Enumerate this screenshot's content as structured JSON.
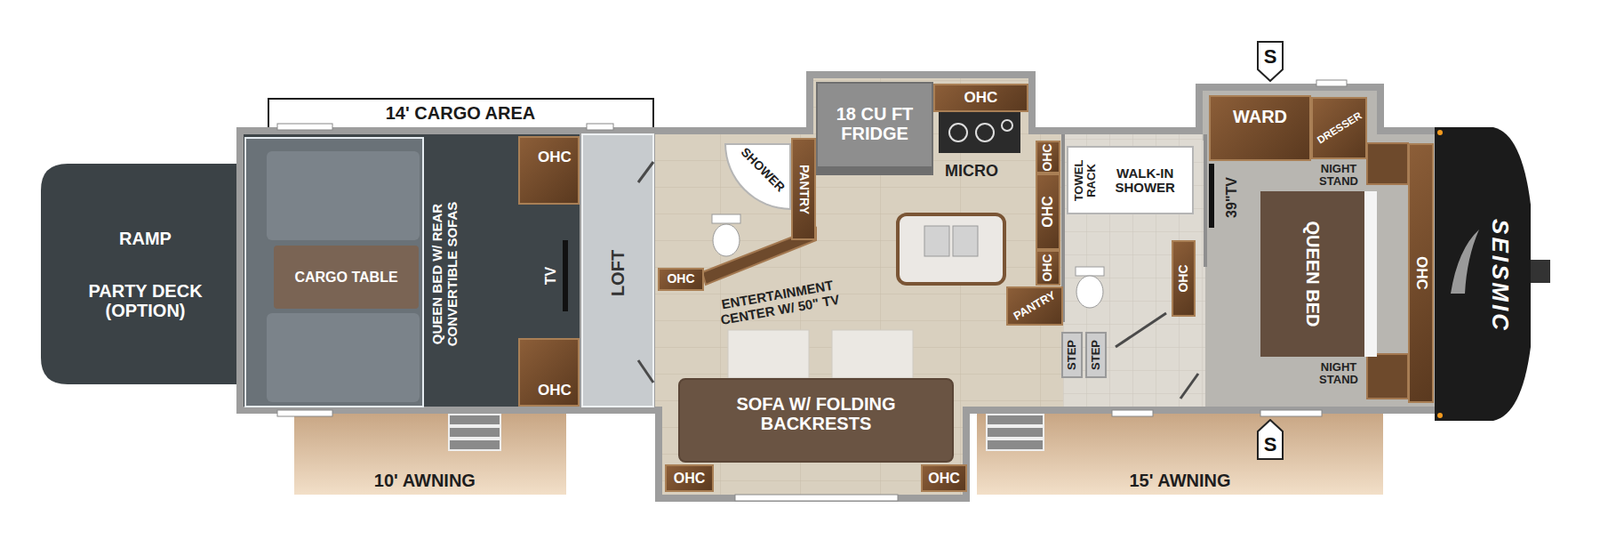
{
  "diagram": {
    "nodes": [
      {
        "text": [
          "RAMP",
          "PARTY DECK (OPTION)"
        ]
      },
      {
        "text": [
          "CARGO TABLE"
        ]
      },
      {
        "text": [
          "OHC"
        ]
      },
      {
        "text": [
          "OHC"
        ]
      },
      {
        "text": [
          "OHC"
        ]
      },
      {
        "text": [
          "SHOWER"
        ]
      },
      {
        "text": [
          "PANTRY"
        ]
      },
      {
        "text": [
          "18 CU FT FRIDGE"
        ]
      },
      {
        "text": [
          "OHC"
        ]
      },
      {
        "text": [
          "OHC"
        ]
      },
      {
        "text": [
          "OHC"
        ]
      },
      {
        "text": [
          "OHC"
        ]
      },
      {
        "text": [
          "PANTRY"
        ]
      },
      {
        "text": [
          "TOWEL RACK",
          "WALK-IN SHOWER"
        ]
      },
      {
        "text": [
          "OHC"
        ]
      },
      {
        "text": [
          "STEP"
        ]
      },
      {
        "text": [
          "STEP"
        ]
      },
      {
        "text": [
          "SOFA W/ FOLDING BACKRESTS"
        ]
      },
      {
        "text": [
          "OHC"
        ]
      },
      {
        "text": [
          "OHC"
        ]
      },
      {
        "text": [
          "S"
        ]
      },
      {
        "text": [
          "WARD"
        ]
      },
      {
        "text": [
          "DRESSER"
        ]
      },
      {
        "text": [
          "QUEEN BED"
        ]
      },
      {
        "text": [
          "OHC"
        ]
      },
      {
        "text": [
          "S"
        ]
      },
      {
        "text": [
          "10' AWNING"
        ]
      },
      {
        "text": [
          "15' AWNING"
        ]
      }
    ],
    "labels": [
      "14' CARGO AREA",
      "QUEEN BED W/ REAR CONVERTIBLE SOFAS",
      "TV",
      "LOFT",
      "ENTERTAINMENT CENTER W/ 50\" TV",
      "MICRO",
      "39\"TV",
      "NIGHT STAND",
      "NIGHT STAND",
      "SEISMIC"
    ]
  }
}
